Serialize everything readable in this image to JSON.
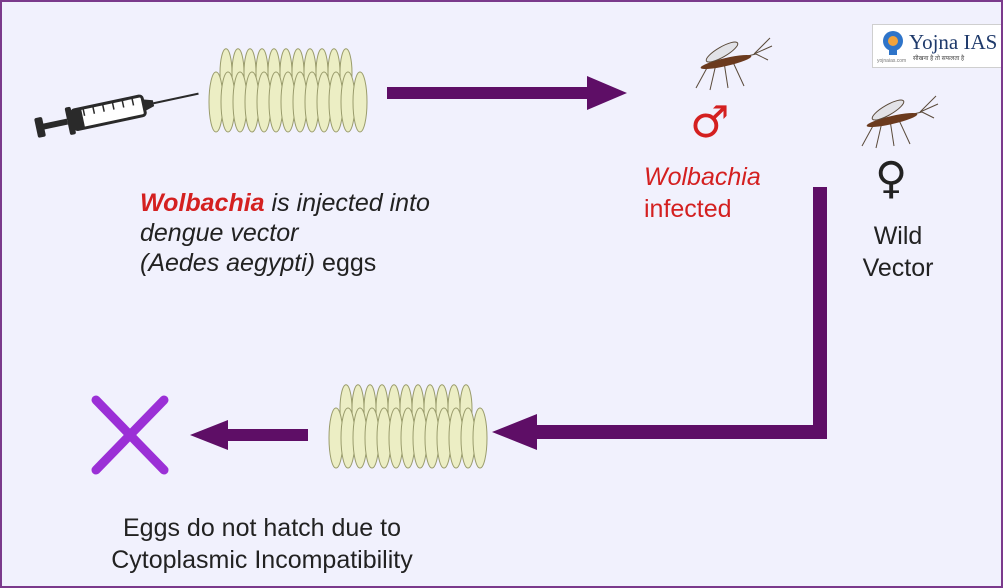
{
  "injection": {
    "highlight": "Wolbachia",
    "line1_rest": " is injected into",
    "line2": "dengue vector",
    "line3_italic": "(Aedes aegypti)",
    "line3_rest": " eggs"
  },
  "male": {
    "symbol": "♂",
    "label_line1": "Wolbachia",
    "label_line2": "infected"
  },
  "female": {
    "symbol": "♀",
    "label_line1": "Wild",
    "label_line2": "Vector"
  },
  "outcome": {
    "line1": "Eggs do not hatch due to",
    "line2": "Cytoplasmic Incompatibility"
  },
  "logo": {
    "name": "Yojna IAS",
    "tagline": "सीखना है तो सफलता है",
    "url": "yojnaias.com"
  },
  "colors": {
    "arrow": "#5e0e66",
    "cross": "#9b30d6",
    "highlight": "#d42020",
    "male_symbol": "#d42020",
    "background": "#f1f1fd",
    "border": "#7b3a8c",
    "egg_fill": "#eceec4",
    "egg_stroke": "#9a9c6c"
  },
  "icons": [
    "syringe-icon",
    "egg-cluster-icon",
    "mosquito-icon",
    "male-symbol",
    "female-symbol",
    "cross-icon"
  ]
}
